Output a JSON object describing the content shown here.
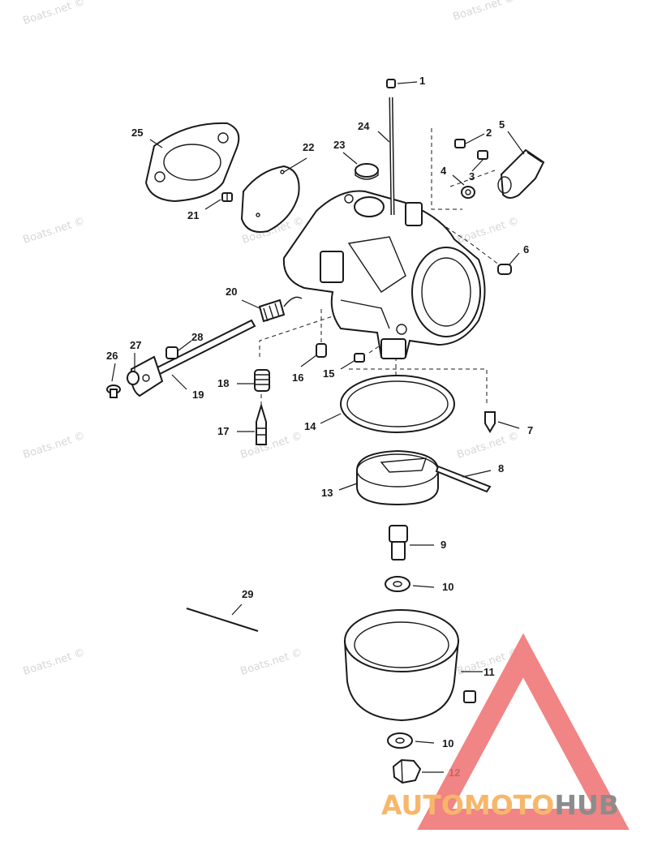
{
  "watermark": {
    "text": "Boats.net ©",
    "color": "#d6d6d6"
  },
  "diagram": {
    "callouts": [
      {
        "num": "1"
      },
      {
        "num": "2"
      },
      {
        "num": "3"
      },
      {
        "num": "4"
      },
      {
        "num": "5"
      },
      {
        "num": "6"
      },
      {
        "num": "7"
      },
      {
        "num": "8"
      },
      {
        "num": "9"
      },
      {
        "num": "10"
      },
      {
        "num": "11"
      },
      {
        "num": "12"
      },
      {
        "num": "13"
      },
      {
        "num": "14"
      },
      {
        "num": "15"
      },
      {
        "num": "16"
      },
      {
        "num": "17"
      },
      {
        "num": "18"
      },
      {
        "num": "19"
      },
      {
        "num": "20"
      },
      {
        "num": "21"
      },
      {
        "num": "22"
      },
      {
        "num": "23"
      },
      {
        "num": "24"
      },
      {
        "num": "25"
      },
      {
        "num": "26"
      },
      {
        "num": "27"
      },
      {
        "num": "28"
      },
      {
        "num": "29"
      },
      {
        "num": "10"
      }
    ]
  },
  "logo": {
    "part1": "AUTOMOTO",
    "part2": "HUB",
    "color1": "#f7b76b",
    "color2": "#8c8c8c",
    "triangle_color": "#ef6f6f"
  }
}
